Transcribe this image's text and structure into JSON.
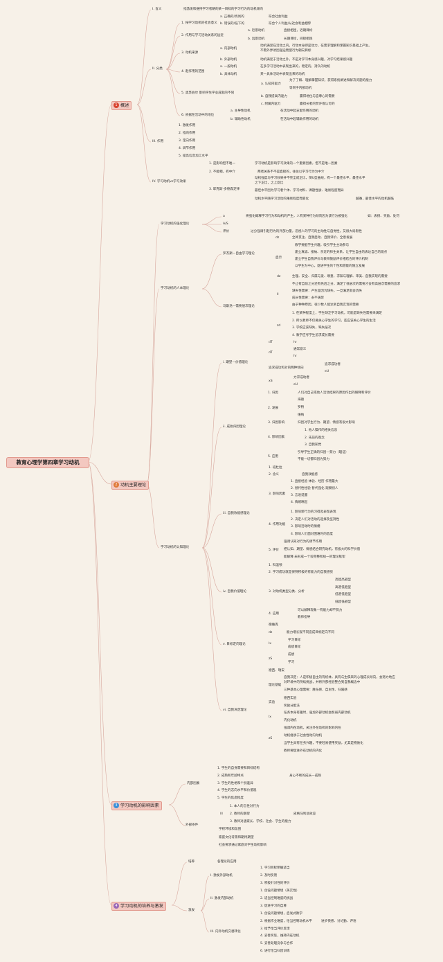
{
  "root": "教育心理学第四章学习动机",
  "colors": {
    "line": "#d8a89e",
    "b1": "#d9432f",
    "b2": "#e07a3a",
    "b3": "#3a8fd9",
    "b4": "#9a6ab8"
  },
  "sections": [
    {
      "badge": "1",
      "label": "概述"
    },
    {
      "badge": "2",
      "label": "动机主要理论"
    },
    {
      "badge": "3",
      "label": "学习动机的影响因素"
    },
    {
      "badge": "4",
      "label": "学习动机的培养与激发"
    }
  ],
  "s1": {
    "I": "I. 含义",
    "I_def": "指激发和维持学习者朝的某一目标的学习行为的动机倾向",
    "II": "II. 分类",
    "c1": "1. 按学习动机的社会意义",
    "c1a": "a. 正确的/高尚的",
    "c1a_d": "符合社会利益",
    "c1b": "b. 错误的/低下的",
    "c1b_d": "符合个人利益/从社会利益相悖",
    "c2": "2. 作用与学习活动关系的远近",
    "c2a": "a. 近景动机",
    "c2a_d": "直接相连，近期目标",
    "c2b": "b. 远景动机",
    "c2b_d": "长期目标，间接相连",
    "c3": "3. 动机来源",
    "c3a": "a. 内部动机",
    "c3a_d1": "动机满足在活动之内，行动本身即是动力，在需求理解和掌握知识基础上产生。",
    "c3a_d2": "不需外界诱因强迫而使行为朝向目标",
    "c3b": "b. 外部动机",
    "c3b_d": "动机满足于活动之外，不是对学习本身感兴趣，对学习结果感兴趣",
    "c4": "4. 起作用的范围",
    "c4a": "a. 一般动机",
    "c4a_d": "在多学习活动中表现出来的，稳定的，持久的动机",
    "c4b": "b. 具体动机",
    "c4b_d": "某一具体活动中表现出来的动机",
    "c5": "5. 奥苏伯尔 影响学生学业成就的不同",
    "c5a": "a. 认知内驱力",
    "c5a_d1": "为了了解、理解掌握知识，获得系统阐述和解决问题的能力",
    "c5a_d2": "等同于内部动机",
    "c5b": "b. 自我提高内驱力",
    "c5b_d": "赢得地位与自尊心的需要",
    "c5c": "c. 附属内驱力",
    "c5c_d": "赢得长者的赞许或认可的",
    "c6": "6. 依据在活动中的地位",
    "c6a": "a. 主导性动机",
    "c6a_d": "在活动中起支配作用的动机",
    "c6b": "b. 辅助性动机",
    "c6b_d": "在活动中起辅助作用的动机",
    "III": "III. 作用",
    "III_items": [
      "1. 激发作用",
      "2. 指向作用",
      "3. 定向作用",
      "4. 调节作用",
      "5. 提高信息加工水平"
    ],
    "IV": "IV. 学习动机vs学习效果",
    "IV1": "1. 是影响但不唯一",
    "IV1_d": "学习动机是影响学习效果的一个重要因素，但不是唯一因素",
    "IV2": "2. 不能相，有中介",
    "IV2_d": "两者关系不不是直接的，往往以学习行为为中介",
    "IV3": "3. 耶克斯-多德森定律",
    "IV3_d1": "动机强度与学习效果并不完全成正比，倒U型曲线，有一个最佳水平，最佳水平",
    "IV3_d2": "之下正比，之上反比",
    "IV3_d3": "最佳水平因为学习者个体、学习材料、课题性质、难易程度而异",
    "IV3_d4": "动机水平随学习活动的难易程度而变化",
    "IV3_d5": "越难，最佳水平的动机越低"
  },
  "s2": {
    "A": "学习动机的强化理论",
    "A_a": "a",
    "A_a_d": "将强化概释学习行为和动机的产生，人有某种行为倾向因为该行为被强化",
    "A_a_d2": "如：表扬、奖励、处罚",
    "A_b": "A/S",
    "A_c": "评价",
    "A_c_d": "过分强调引起行为的外部力量，忽视人的学习的主动性与自觉性，又很大局限性",
    "B": "学习动机的人本理论",
    "B1": "罗杰斯—自由学习理论",
    "B1_dz": "dz",
    "B1_dz_d": "全神贯注、自我启动、自我评价、全意发展",
    "B1_p": "启示",
    "B1_p_items": [
      "教学要配学生兴趣，吸引学生主动参与",
      "建立真诚、接纳、亲近的师生关系，让学生自由的表达自己的观点",
      "建立学生自我评价与教师鼓励评价相结合的评价机制",
      "以学生为中心，促进学生的个性和潜能的施立发展"
    ],
    "B2": "马斯洛—需要层次理论",
    "B2_dz": "dz",
    "B2_dz_d": "生理、安全、归属与爱、尊重、求知与理解、审美、自我实现的需要",
    "B2_ll": "ll",
    "B2_ll_items": [
      "不止有自前之分还有先后之分，满足了低层次的需要才会有高层次需要的追求",
      "缺失性需要：产生是因为缺失，一旦满足就会消失",
      "成长性需要：永不满足",
      "由于种种原因，很少数人能达到自我实现的需要"
    ],
    "B2_zd": "zd",
    "B2_zd_items": [
      "1. 在某种程度上，学生缺乏学习动机，可能是缺失性需要未满足",
      "2. 所以教师不仅要关心学生的学习，还应该关心学生的生活",
      "3. 学校应该缺失，缺失层次",
      "4. 教学应考学生追求成长需要"
    ],
    "C": "学习动机的认知理论",
    "C1": "i. 期望—价值理论",
    "C1_dT": "dT",
    "C1_dT_d": "hr",
    "C1_dT2": "dT",
    "C1_dT2_a": "通常意三",
    "C1_dT2_b": "hr",
    "C1_r": "追求成功和对的两种倾向",
    "C1_r_a": "追求成功者",
    "C1_r_b": "eU",
    "C1_xS": "xS",
    "C1_xS_a": "力求成动者",
    "C1_xS_b": "eU",
    "C2": "ii. 成败归因理论",
    "C2_1": "1. 归因",
    "C2_1_d": "人们对自己或他人活动结果的原因作出的解释和评价",
    "C2_2": "2. 发展",
    "C2_2_items": [
      "海德",
      "罗特",
      "维纳"
    ],
    "C2_3": "3. 归因影响",
    "C2_3_d": "归因对学生行为、期望、情感有很大影响",
    "C2_4": "4. 影响因素",
    "C2_4_items": [
      "1. 他人操作的相关信息",
      "2. 先前的观念",
      "3. 自我知觉"
    ],
    "C2_5": "5. 应用",
    "C2_5_d1": "引导学生正确的归因—努力（理证）",
    "C2_5_d2": "不能一切都归因为努力",
    "C3": "iii. 自我效能感理论",
    "C3_1": "1. 班杜拉",
    "C3_2": "2. 含义",
    "C3_2_d": "自我效能感",
    "C3_3": "3. 影响因素",
    "C3_3_items": [
      "1. 直接经验 体验、经历 作用最大",
      "2. 替代性经验 替代强化 观察别人",
      "3. 言语说服",
      "4. 情绪唤起"
    ],
    "C3_4": "4. 作用功能",
    "C3_4_items": [
      "1. 影响新行为的习得及表现表现",
      "2. 决定人们对活动的选择及坚持性",
      "3. 影响活动时的情绪",
      "4. 影响人们面对困难时的态度"
    ],
    "C3_5": "5. 评价",
    "C3_5_d1": "强调认知对行为的调节作用",
    "C3_5_d2": "把认知、期望、情感结合研究动机，有极大的科学价值",
    "C3_5_d3": "能解释 未形成一个较完整和统一的理论框架",
    "C4": "iv. 自我价值理论",
    "C4_1": "1. 科温顿",
    "C4_2": "2. 学习成功就是保持积极的有能力的自我感觉",
    "C4_3": "3. 对动机类型分类、分析",
    "C4_3_items": [
      "高趋高避型",
      "高避低趋型",
      "低避低趋型",
      "低趋低避型"
    ],
    "C4_4": "4. 应用",
    "C4_4_items": [
      "可以解释现象—有能力却不努力",
      "教师指导"
    ],
    "C5": "v. 目标定向理论",
    "C5_a": "德维克",
    "C5_b": "dz",
    "C5_b_d": "能力增长观不同造成目标定向不同",
    "C5_c": "lx",
    "C5_c_items": [
      "学习目标",
      "成绩目标"
    ],
    "C5_d": "zS",
    "C5_d_items": [
      "成绩",
      "学习"
    ],
    "C6": "vi. 自我决定理论",
    "C6_a": "德西、瑞安",
    "C6_b": "理论基础",
    "C6_b_d1": "自我决定：人是积极自主的有机体，具有与生俱来的心理成长倾向，会努力地应",
    "C6_b_d2": "对环境中的持续挑战，并将外部经验整合到自我概念中",
    "C6_b_d3": "三种基本心理需要：胜任感、自主性、归属感",
    "C6_c": "实验",
    "C6_c_items": [
      "德西实验",
      "奖励分配法"
    ],
    "C6_d": "lx",
    "C6_d_items": [
      "任务本身有趣时，强加外部动机会削弱内部动机",
      "内化动机"
    ],
    "C6_e": "zS",
    "C6_e_items": [
      "强调内在动机，关注外在动机的影响内在",
      "动机继承于社会性动内动机",
      "当学生具有任务兴趣，不要轻易使用奖励，尤其是物质化",
      "教师要促进外在动机的内化"
    ]
  },
  "s3": {
    "A": "内部因素",
    "A_items": [
      "1. 学生的自身需要和目标结构",
      "2. 成熟和年龄特点",
      "3. 学生的性格和个别差异",
      "4. 学生的志向水平和价值观",
      "5. 学生的焦虑程度"
    ],
    "A_sub": "身心不断的成长—成熟",
    "B": "外部条件",
    "B_k": "lll",
    "B_k_items": [
      "1. 本人的言性对行为",
      "2. 教师的期望",
      "3. 教师对通家长、学校、社会、学生的能力"
    ],
    "B_k_sub": "皮格马利翁效应",
    "B_items": [
      "学校环境和氛围",
      "家庭文化背景和期待期望",
      "社会要求通过家庭对学生动机影响"
    ]
  },
  "s4": {
    "A": "培养",
    "A_d": "各理论的应用",
    "B": "激发",
    "B1": "I. 激发外部动机",
    "B1_items": [
      "1. 学习目标明确适当",
      "2. 及时反馈",
      "3. 积极针对性的评价"
    ],
    "B2": "II. 激发内部动机",
    "B2_items": [
      "1. 创设问题情境（英实性）",
      "2. 适当控制难度的挑战",
      "3. 促进学习的自尊"
    ],
    "B3": "III. 内外动机交替转化",
    "B3_items": [
      "1. 创设问题情境，启发式教学",
      "2. 根据作业难度，恰当控制动机水平",
      "3. 给予恰当评价反馈",
      "4. 妥善奖惩，维持内在动机",
      "5. 妥善处理竞争与合作",
      "6. 进行恰当归因训练"
    ],
    "B3_sub": "进步快感、讨论勤、评语"
  }
}
